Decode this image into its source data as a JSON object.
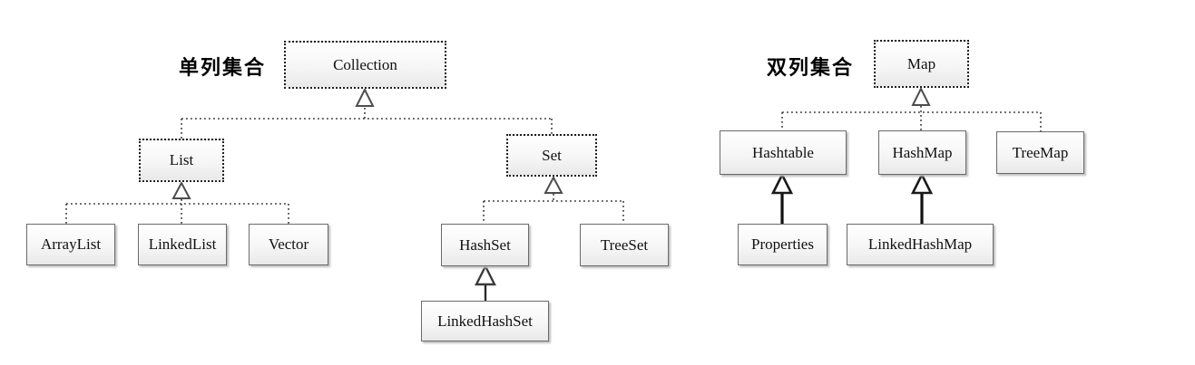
{
  "labels": {
    "single_column": "单列集合",
    "double_column": "双列集合"
  },
  "nodes": {
    "collection": {
      "label": "Collection",
      "kind": "interface"
    },
    "list": {
      "label": "List",
      "kind": "interface"
    },
    "set": {
      "label": "Set",
      "kind": "interface"
    },
    "map": {
      "label": "Map",
      "kind": "interface"
    },
    "arraylist": {
      "label": "ArrayList",
      "kind": "class"
    },
    "linkedlist": {
      "label": "LinkedList",
      "kind": "class"
    },
    "vector": {
      "label": "Vector",
      "kind": "class"
    },
    "hashset": {
      "label": "HashSet",
      "kind": "class"
    },
    "treeset": {
      "label": "TreeSet",
      "kind": "class"
    },
    "linkedhashset": {
      "label": "LinkedHashSet",
      "kind": "class"
    },
    "hashtable": {
      "label": "Hashtable",
      "kind": "class"
    },
    "hashmap": {
      "label": "HashMap",
      "kind": "class"
    },
    "treemap": {
      "label": "TreeMap",
      "kind": "class"
    },
    "properties": {
      "label": "Properties",
      "kind": "class"
    },
    "linkedhashmap": {
      "label": "LinkedHashMap",
      "kind": "class"
    }
  },
  "edges": [
    {
      "from": "List",
      "to": "Collection",
      "style": "dotted-generalization"
    },
    {
      "from": "Set",
      "to": "Collection",
      "style": "dotted-generalization"
    },
    {
      "from": "ArrayList",
      "to": "List",
      "style": "dotted-generalization"
    },
    {
      "from": "LinkedList",
      "to": "List",
      "style": "dotted-generalization"
    },
    {
      "from": "Vector",
      "to": "List",
      "style": "dotted-generalization"
    },
    {
      "from": "HashSet",
      "to": "Set",
      "style": "dotted-generalization"
    },
    {
      "from": "TreeSet",
      "to": "Set",
      "style": "dotted-generalization"
    },
    {
      "from": "LinkedHashSet",
      "to": "HashSet",
      "style": "solid-generalization"
    },
    {
      "from": "Hashtable",
      "to": "Map",
      "style": "dotted-generalization"
    },
    {
      "from": "HashMap",
      "to": "Map",
      "style": "dotted-generalization"
    },
    {
      "from": "TreeMap",
      "to": "Map",
      "style": "dotted-generalization"
    },
    {
      "from": "Properties",
      "to": "Hashtable",
      "style": "solid-generalization"
    },
    {
      "from": "LinkedHashMap",
      "to": "HashMap",
      "style": "solid-generalization"
    }
  ],
  "colors": {
    "background": "#ffffff",
    "box_border_solid": "#6b6b6b",
    "box_border_dotted": "#1f1f1f",
    "box_fill_top": "#ffffff",
    "box_fill_bottom": "#e9e9e9",
    "box_shadow": "#bdbdbd",
    "dotted_line": "#333333",
    "solid_arrow": "#1a1a1a",
    "triangle_stroke": "#4d4d4d",
    "text": "#111111"
  }
}
